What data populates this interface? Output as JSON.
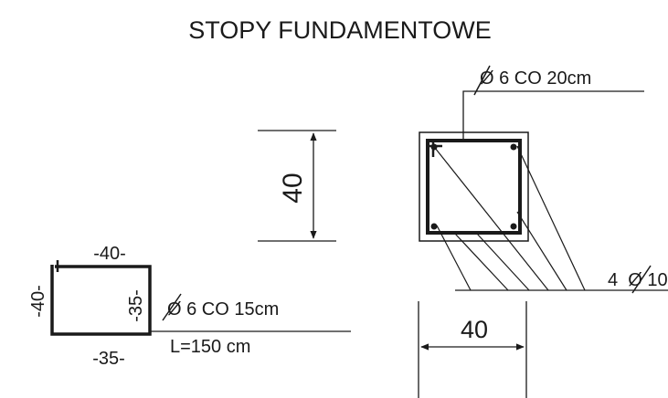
{
  "title": "STOPY FUNDAMENTOWE",
  "stirrup_detail": {
    "top_dimension": "-40-",
    "left_dimension": "-40-",
    "right_dimension": "-35-",
    "bottom_dimension": "-35-",
    "bar_label": "Ø 6 CO 15cm",
    "length_label": "L=150 cm"
  },
  "section": {
    "height_dimension": "40",
    "width_dimension": "40",
    "stirrup_label": "Ø 6 CO 20cm",
    "main_bars_label": "4  Ø 10"
  },
  "colors": {
    "ink": "#1a1a1a",
    "background": "#ffffff"
  }
}
